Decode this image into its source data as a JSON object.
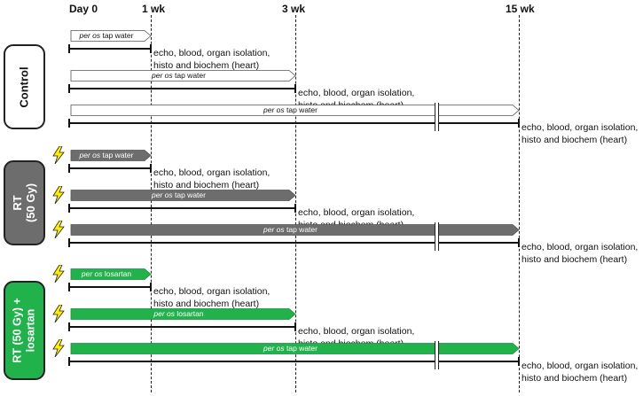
{
  "timepoints": [
    "Day 0",
    "1 wk",
    "3 wk",
    "15 wk"
  ],
  "colors": {
    "control": "#ffffff",
    "rt": "#6d6d6d",
    "losartan": "#22b24c",
    "bolt": "#ffee00"
  },
  "groups": [
    {
      "label": "Control",
      "irradiated": false,
      "rows": [
        {
          "treatment_prefix": "per os",
          "treatment_suffix": " tap water",
          "end": "1 wk",
          "outcome_line1": "echo, blood, organ isolation,",
          "outcome_line2": "histo and biochem (heart)"
        },
        {
          "treatment_prefix": "per os",
          "treatment_suffix": " tap water",
          "end": "3 wk",
          "outcome_line1": "echo, blood, organ isolation,",
          "outcome_line2": "histo and biochem (heart)"
        },
        {
          "treatment_prefix": "per os",
          "treatment_suffix": " tap water",
          "end": "15 wk",
          "outcome_line1": "echo, blood, organ isolation,",
          "outcome_line2": "histo and biochem (heart)"
        }
      ]
    },
    {
      "label": "RT\n(50 Gy)",
      "irradiated": true,
      "rows": [
        {
          "treatment_prefix": "per os",
          "treatment_suffix": " tap water",
          "end": "1 wk",
          "outcome_line1": "echo, blood, organ isolation,",
          "outcome_line2": "histo and biochem (heart)"
        },
        {
          "treatment_prefix": "per os",
          "treatment_suffix": " tap water",
          "end": "3 wk",
          "outcome_line1": "echo, blood, organ isolation,",
          "outcome_line2": "histo and biochem (heart)"
        },
        {
          "treatment_prefix": "per os",
          "treatment_suffix": " tap water",
          "end": "15 wk",
          "outcome_line1": "echo, blood, organ isolation,",
          "outcome_line2": "histo and biochem (heart)"
        }
      ]
    },
    {
      "label": "RT (50 Gy) +\nlosartan",
      "irradiated": true,
      "rows": [
        {
          "treatment_prefix": "per os",
          "treatment_suffix": " losartan",
          "end": "1 wk",
          "outcome_line1": "echo, blood, organ isolation,",
          "outcome_line2": "histo and biochem (heart)"
        },
        {
          "treatment_prefix": "per os",
          "treatment_suffix": " losartan",
          "end": "3 wk",
          "outcome_line1": "echo, blood, organ isolation,",
          "outcome_line2": "histo and biochem (heart)"
        },
        {
          "treatment_prefix": "per os",
          "treatment_suffix": " tap water",
          "end": "15 wk",
          "outcome_line1": "echo, blood, organ isolation,",
          "outcome_line2": "histo and biochem (heart)"
        }
      ]
    }
  ]
}
